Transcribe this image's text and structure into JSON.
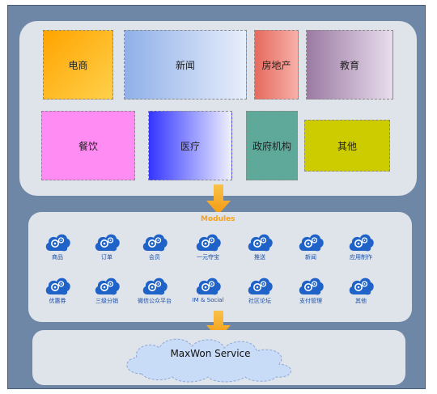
{
  "categories": [
    {
      "label": "电商",
      "color": "#ffb020"
    },
    {
      "label": "新闻",
      "color": "#a9c3ef"
    },
    {
      "label": "房地产",
      "color": "#ef7f73"
    },
    {
      "label": "教育",
      "color": "#b9a1bf"
    },
    {
      "label": "餐饮",
      "color": "#ff8cf2"
    },
    {
      "label": "医疗",
      "color": "#4a4cff"
    },
    {
      "label": "政府机构",
      "color": "#5fa99b"
    },
    {
      "label": "其他",
      "color": "#cccc00"
    }
  ],
  "modules_title": "Modules",
  "modules": [
    {
      "label": "商品",
      "icon": "cloud-gear-icon"
    },
    {
      "label": "订单",
      "icon": "cloud-gear-icon"
    },
    {
      "label": "会员",
      "icon": "cloud-gear-icon"
    },
    {
      "label": "一元夺宝",
      "icon": "cloud-gear-icon"
    },
    {
      "label": "推送",
      "icon": "cloud-gear-icon"
    },
    {
      "label": "新闻",
      "icon": "cloud-gear-icon"
    },
    {
      "label": "应用制作",
      "icon": "cloud-gear-icon"
    },
    {
      "label": "优惠券",
      "icon": "cloud-gear-icon"
    },
    {
      "label": "三级分销",
      "icon": "cloud-gear-icon"
    },
    {
      "label": "微信公众平台",
      "icon": "cloud-gear-icon"
    },
    {
      "label": "IM & Social",
      "icon": "cloud-gear-icon"
    },
    {
      "label": "社区论坛",
      "icon": "cloud-gear-icon"
    },
    {
      "label": "支付管理",
      "icon": "cloud-gear-icon"
    },
    {
      "label": "其他",
      "icon": "cloud-gear-icon"
    }
  ],
  "service": {
    "label": "MaxWon Service"
  },
  "colors": {
    "background": "#6e87a6",
    "panel": "#dfe3ea",
    "arrow": "#f7a21b",
    "module_label": "#1a4fa8",
    "cloud": "#1f63c9"
  }
}
